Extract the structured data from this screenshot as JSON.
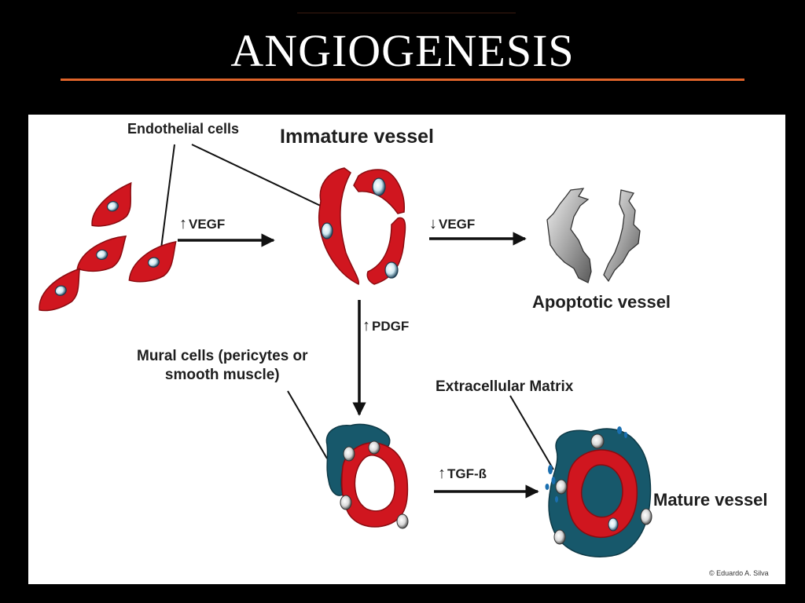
{
  "slide": {
    "title": "ANGIOGENESIS"
  },
  "diagram": {
    "labels": {
      "endothelial_cells": "Endothelial cells",
      "immature_vessel": "Immature vessel",
      "apoptotic_vessel": "Apoptotic vessel",
      "mural_cells_line1": "Mural cells (pericytes or",
      "mural_cells_line2": "smooth muscle)",
      "extracellular_matrix": "Extracellular Matrix",
      "mature_vessel": "Mature vessel",
      "copyright": "© Eduardo A. Silva"
    },
    "factors": {
      "vegf_up": {
        "symbol": "↑",
        "name": "VEGF"
      },
      "vegf_down": {
        "symbol": "↓",
        "name": "VEGF"
      },
      "pdgf_up": {
        "symbol": "↑",
        "name": "PDGF"
      },
      "tgf_up": {
        "symbol": "↑",
        "name": "TGF-ß"
      }
    }
  },
  "colors": {
    "background": "#000000",
    "title_text": "#ffffff",
    "title_rule": "#e0642a",
    "panel": "#ffffff",
    "endothelial_red": "#d0161f",
    "mural_teal": "#17586b",
    "ecm_blue": "#1a6fb0",
    "apoptotic_gray": "#9e9e9e",
    "arrow_black": "#111111"
  }
}
